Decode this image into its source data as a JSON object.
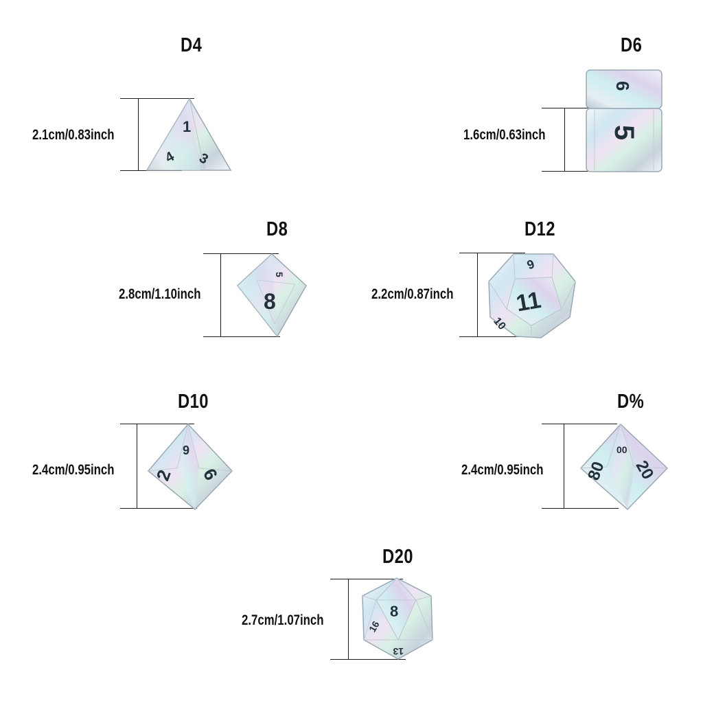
{
  "dice": {
    "d4": {
      "title": "D4",
      "size": "2.1cm/0.83inch",
      "face": "1",
      "face2": "4",
      "face3": "3"
    },
    "d6": {
      "title": "D6",
      "size": "1.6cm/0.63inch",
      "face": "5",
      "face2": "6"
    },
    "d8": {
      "title": "D8",
      "size": "2.8cm/1.10inch",
      "face": "8",
      "face2": "5"
    },
    "d12": {
      "title": "D12",
      "size": "2.2cm/0.87inch",
      "face": "11",
      "face2": "6",
      "face3": "10"
    },
    "d10": {
      "title": "D10",
      "size": "2.4cm/0.95inch",
      "face": "9",
      "face2": "2",
      "face3": "6"
    },
    "dpct": {
      "title": "D%",
      "size": "2.4cm/0.95inch",
      "face": "80",
      "face2": "20",
      "face3": "00"
    },
    "d20": {
      "title": "D20",
      "size": "2.7cm/1.07inch",
      "face": "8",
      "face2": "16",
      "face3": "13"
    }
  },
  "colors": {
    "die_fill": "#dfe8ef",
    "die_edge": "#9aa8b2",
    "ink": "#22303a"
  }
}
